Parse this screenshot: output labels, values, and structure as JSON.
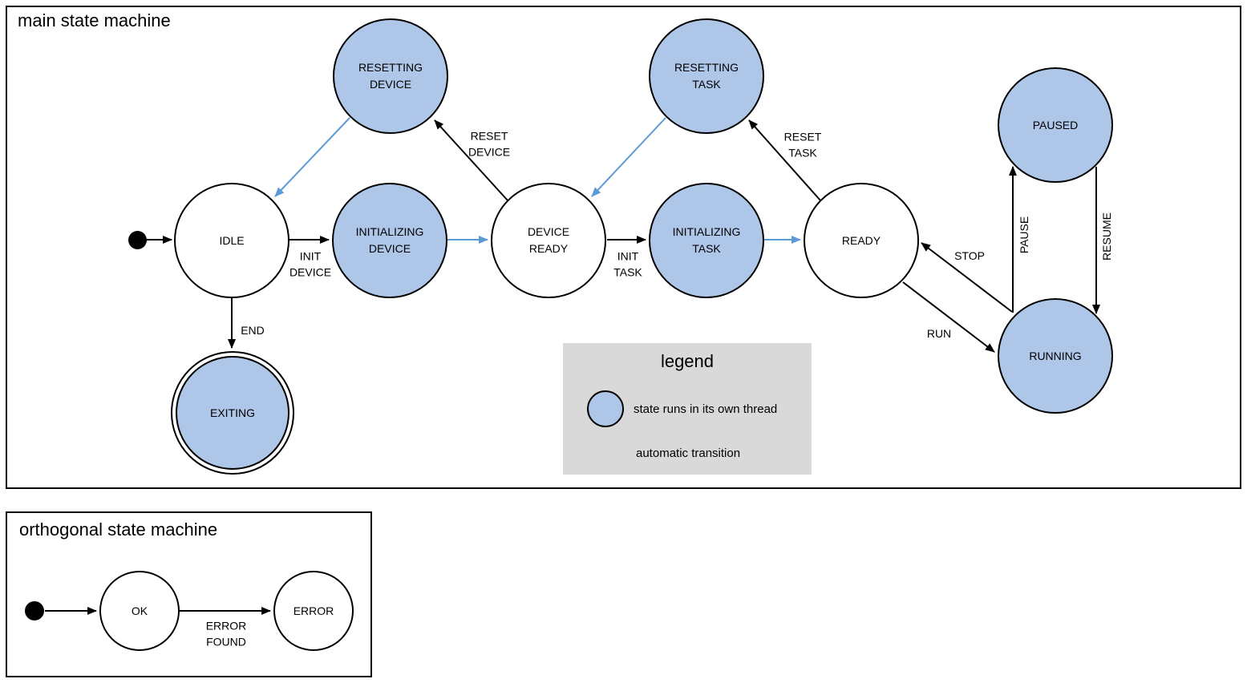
{
  "colors": {
    "state_thread_fill": "#aec6e8",
    "automatic_transition_blue": "#5b9bd5",
    "legend_background": "#d9d9d9",
    "outline": "#000000"
  },
  "main": {
    "title": "main state machine",
    "states": {
      "idle": {
        "label": "IDLE"
      },
      "resetting_device": {
        "label": "RESETTING\nDEVICE"
      },
      "initializing_device": {
        "label": "INITIALIZING\nDEVICE"
      },
      "device_ready": {
        "label": "DEVICE\nREADY"
      },
      "resetting_task": {
        "label": "RESETTING\nTASK"
      },
      "initializing_task": {
        "label": "INITIALIZING\nTASK"
      },
      "ready": {
        "label": "READY"
      },
      "paused": {
        "label": "PAUSED"
      },
      "running": {
        "label": "RUNNING"
      },
      "exiting": {
        "label": "EXITING"
      }
    },
    "transitions": {
      "init_device": "INIT\nDEVICE",
      "reset_device": "RESET\nDEVICE",
      "init_task": "INIT\nTASK",
      "reset_task": "RESET\nTASK",
      "stop": "STOP",
      "run": "RUN",
      "pause": "PAUSE",
      "resume": "RESUME",
      "end": "END"
    }
  },
  "legend": {
    "title": "legend",
    "thread_state_label": "state runs in its own thread",
    "automatic_transition_label": "automatic transition"
  },
  "orthogonal": {
    "title": "orthogonal state machine",
    "states": {
      "ok": {
        "label": "OK"
      },
      "error": {
        "label": "ERROR"
      }
    },
    "transitions": {
      "error_found": "ERROR\nFOUND"
    }
  }
}
